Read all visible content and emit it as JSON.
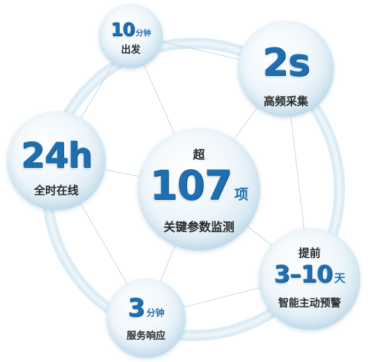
{
  "center": {
    "prefix": "超",
    "number": "107",
    "unit": "项",
    "caption": "关键参数监测"
  },
  "top": {
    "number": "10",
    "unit": "分钟",
    "caption": "出发"
  },
  "top_right": {
    "number": "2s",
    "caption": "高频采集"
  },
  "left": {
    "number": "24h",
    "caption": "全时在线"
  },
  "right_bottom": {
    "prefix": "提前",
    "number": "3–10",
    "unit": "天",
    "caption": "智能主动预警"
  },
  "bottom_left": {
    "number": "3",
    "unit": "分钟",
    "caption": "服务响应"
  },
  "colors": {
    "accent": "#1f6fb0",
    "ring": "#d6e9f4",
    "line": "#c4d4de"
  }
}
